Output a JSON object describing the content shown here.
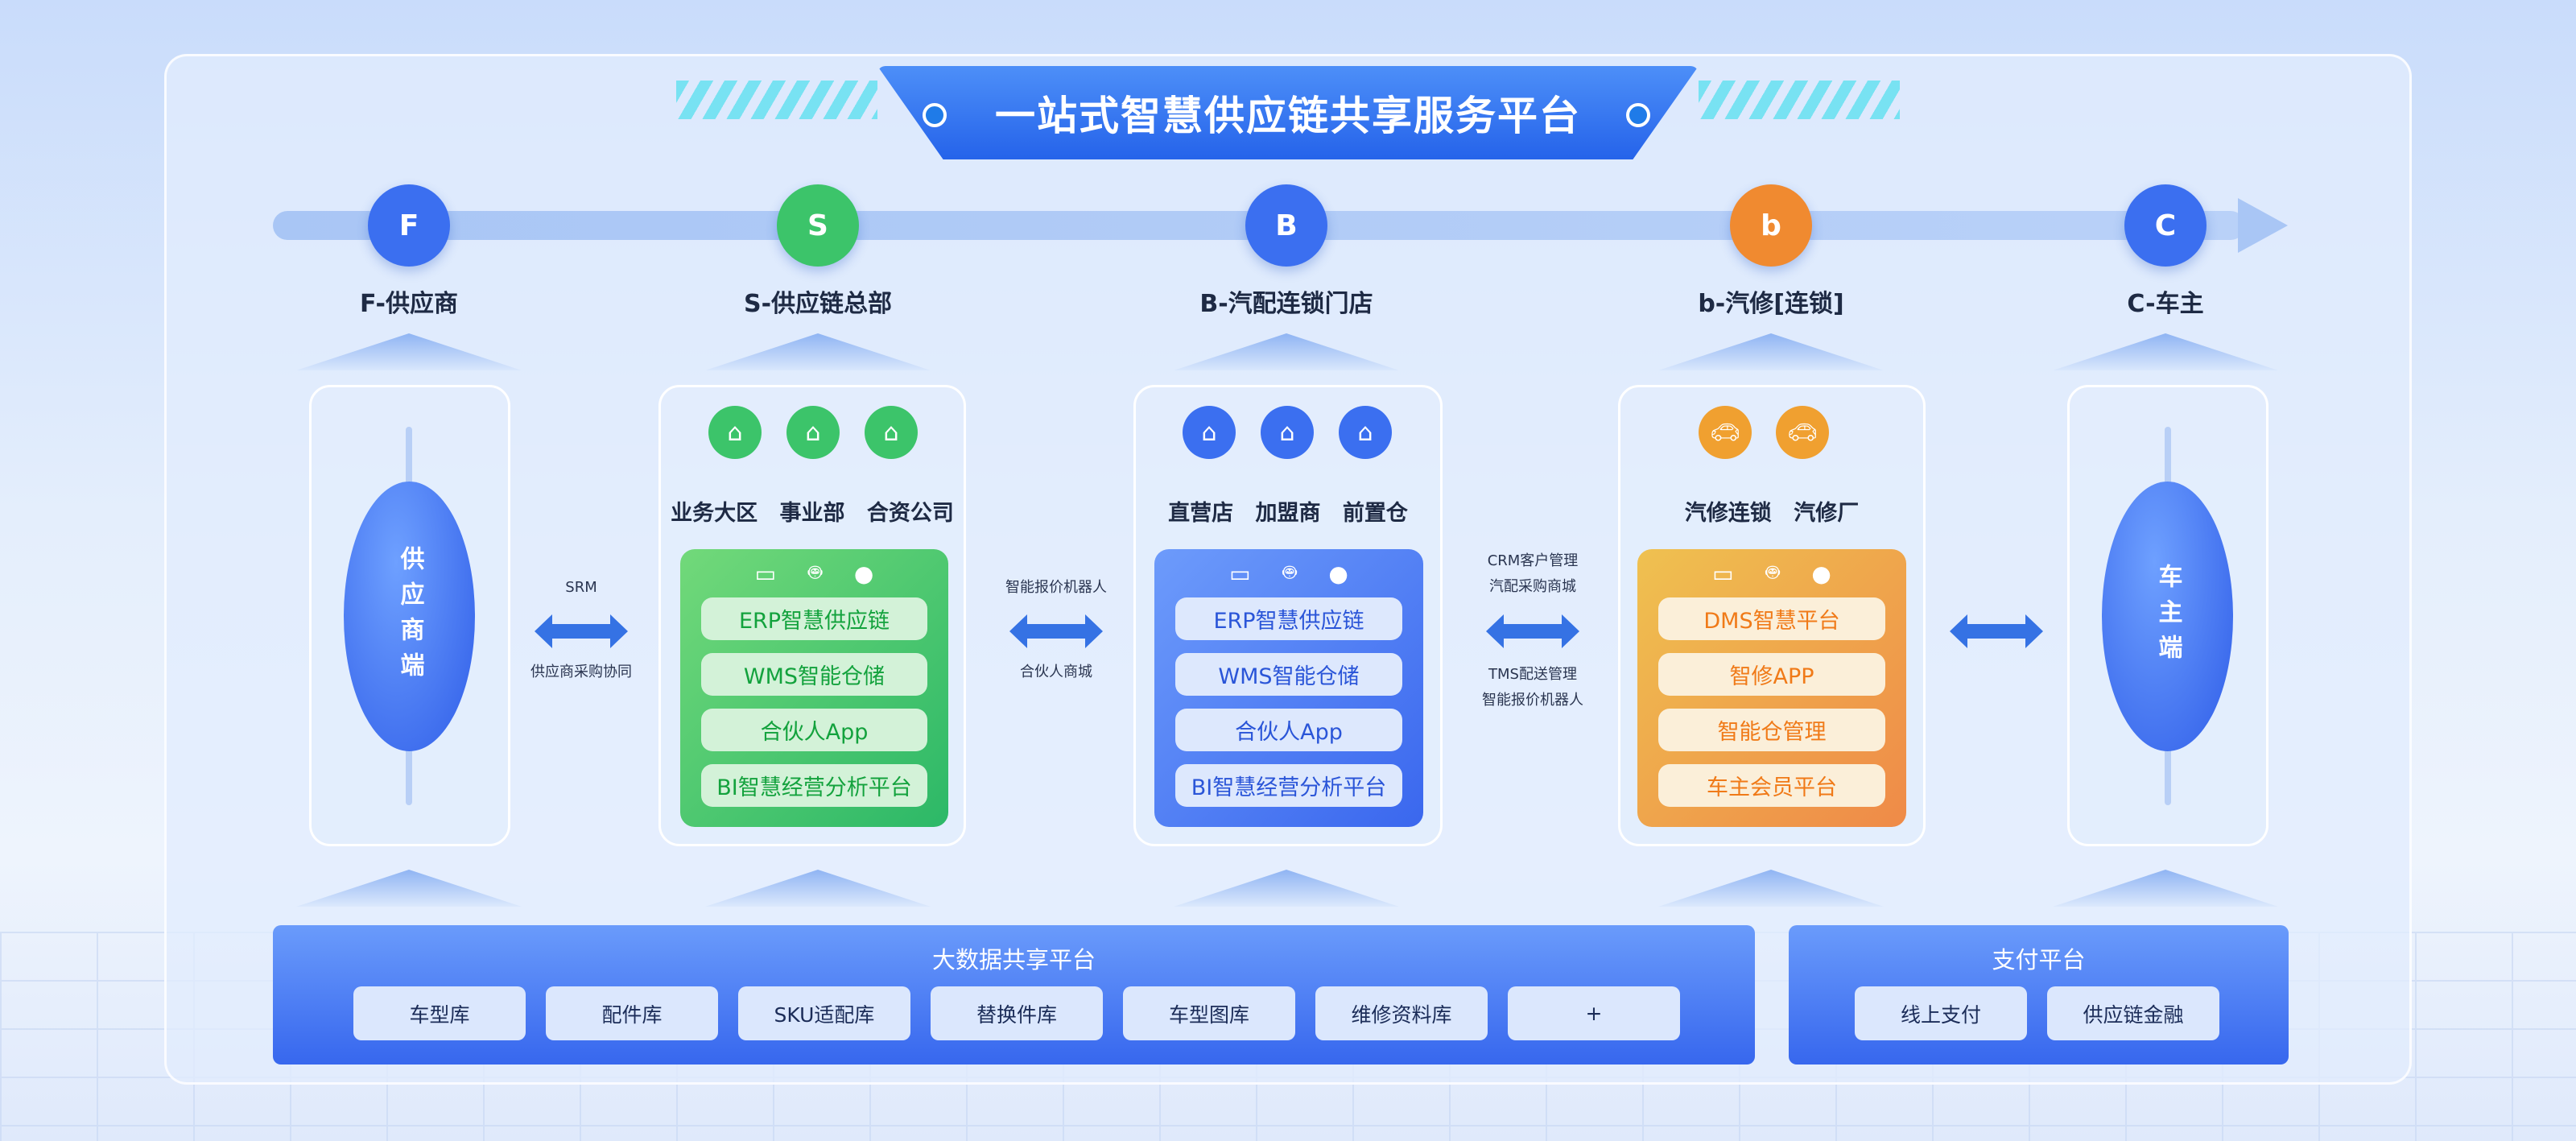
{
  "title": "一站式智慧供应链共享服务平台",
  "nodes": [
    {
      "letter": "F",
      "label": "F-供应商",
      "color": "#3b6ff0"
    },
    {
      "letter": "S",
      "label": "S-供应链总部",
      "color": "#3cc46a"
    },
    {
      "letter": "B",
      "label": "B-汽配连锁门店",
      "color": "#3b6ff0"
    },
    {
      "letter": "b",
      "label": "b-汽修[连锁]",
      "color": "#f08a30"
    },
    {
      "letter": "C",
      "label": "C-车主",
      "color": "#3b6ff0"
    }
  ],
  "supplier_end": "供应商端",
  "owner_end": "车主端",
  "s_col": {
    "subs": "业务大区 事业部 合资公司",
    "items": [
      "ERP智慧供应链",
      "WMS智能仓储",
      "合伙人App",
      "BI智慧经营分析平台"
    ]
  },
  "b_col": {
    "subs": "直营店 加盟商 前置仓",
    "items": [
      "ERP智慧供应链",
      "WMS智能仓储",
      "合伙人App",
      "BI智慧经营分析平台"
    ]
  },
  "r_col": {
    "subs": "汽修连锁 汽修厂",
    "items": [
      "DMS智慧平台",
      "智修APP",
      "智能仓管理",
      "车主会员平台"
    ]
  },
  "links": {
    "fs": {
      "top": "SRM",
      "bottom": "供应商采购协同"
    },
    "sb": {
      "top": "智能报价机器人",
      "bottom": "合伙人商城"
    },
    "bb": {
      "top1": "CRM客户管理",
      "top2": "汽配采购商城",
      "bottom1": "TMS配送管理",
      "bottom2": "智能报价机器人"
    }
  },
  "bigdata": {
    "title": "大数据共享平台",
    "buttons": [
      "车型库",
      "配件库",
      "SKU适配库",
      "替换件库",
      "车型图库",
      "维修资料库",
      "+"
    ]
  },
  "payment": {
    "title": "支付平台",
    "buttons": [
      "线上支付",
      "供应链金融"
    ]
  }
}
